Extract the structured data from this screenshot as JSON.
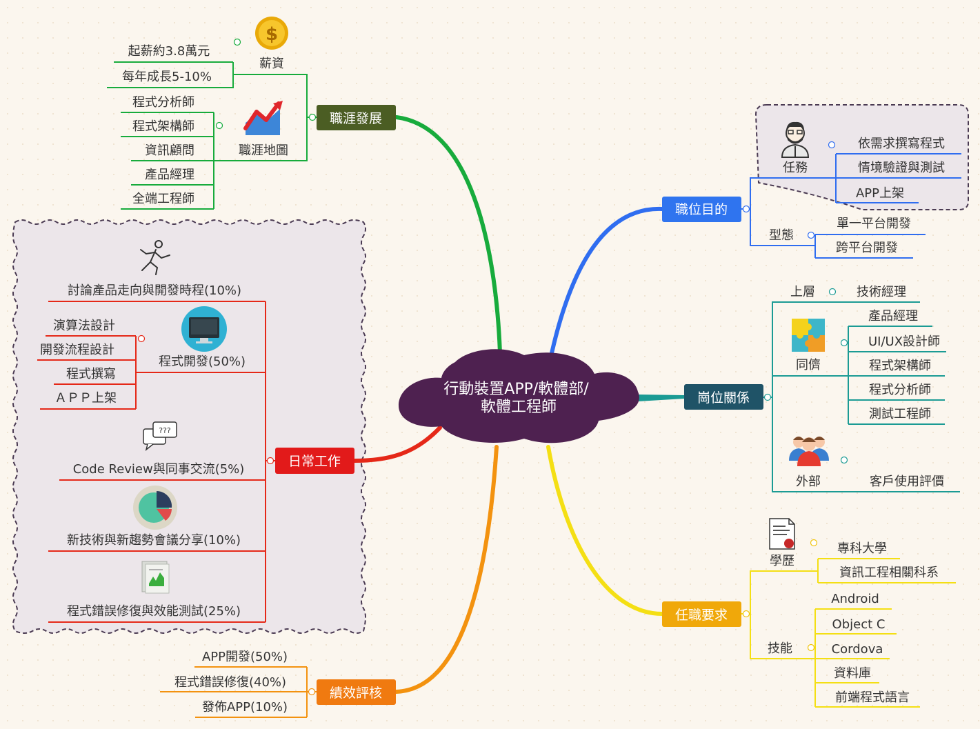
{
  "central": "行動裝置APP/軟體部/\n軟體工程師",
  "colors": {
    "central": "#4e2150",
    "career": "#4b5d23",
    "purpose": "#2f74ef",
    "relation": "#1f5367",
    "daily": "#e21a1a",
    "requirement": "#f0a80a",
    "review": "#f07a10",
    "branch_green": "#17ab3c",
    "branch_blue": "#2f6df0",
    "branch_teal": "#1b9b94",
    "branch_red": "#e52818",
    "branch_yellow": "#f4df14",
    "branch_orange": "#f3920f"
  },
  "topics": {
    "career": {
      "label": "職涯發展",
      "salary": {
        "label": "薪資",
        "icon": "coin-icon",
        "items": [
          "起薪約3.8萬元",
          "每年成長5-10%"
        ]
      },
      "roadmap": {
        "label": "職涯地圖",
        "icon": "growth-chart-icon",
        "items": [
          "程式分析師",
          "程式架構師",
          "資訊顧問",
          "產品經理",
          "全端工程師"
        ]
      }
    },
    "purpose": {
      "label": "職位目的",
      "tasks": {
        "label": "任務",
        "icon": "engineer-avatar-icon",
        "items": [
          "依需求撰寫程式",
          "情境驗證與測試",
          "APP上架"
        ]
      },
      "type": {
        "label": "型態",
        "items": [
          "單一平台開發",
          "跨平台開發"
        ]
      }
    },
    "relation": {
      "label": "崗位關係",
      "upper": {
        "label": "上層",
        "items": [
          "技術經理"
        ]
      },
      "peers": {
        "label": "同儕",
        "icon": "puzzle-icon",
        "items": [
          "產品經理",
          "UI/UX設計師",
          "程式架構師",
          "程式分析師",
          "測試工程師"
        ]
      },
      "external": {
        "label": "外部",
        "icon": "team-icon",
        "items": [
          "客戶使用評價"
        ]
      }
    },
    "daily": {
      "label": "日常工作",
      "items": [
        {
          "label": "討論產品走向與開發時程(10%)",
          "icon": "running-man-icon"
        },
        {
          "label": "程式開發(50%)",
          "icon": "monitor-icon",
          "subs": [
            "演算法設計",
            "開發流程設計",
            "程式撰寫",
            "ＡＰＰ上架"
          ]
        },
        {
          "label": "Code Review與同事交流(5%)",
          "icon": "chat-bubbles-icon"
        },
        {
          "label": "新技術與新趨勢會議分享(10%)",
          "icon": "pie-chart-icon"
        },
        {
          "label": "程式錯誤修復與效能測試(25%)",
          "icon": "report-icon"
        }
      ]
    },
    "requirement": {
      "label": "任職要求",
      "education": {
        "label": "學歷",
        "icon": "certificate-icon",
        "items": [
          "專科大學",
          "資訊工程相關科系"
        ]
      },
      "skills": {
        "label": "技能",
        "items": [
          "Android",
          "Object C",
          "Cordova",
          "資料庫",
          "前端程式語言"
        ]
      }
    },
    "review": {
      "label": "績效評核",
      "items": [
        "APP開發(50%)",
        "程式錯誤修復(40%)",
        "發佈APP(10%)"
      ]
    }
  }
}
